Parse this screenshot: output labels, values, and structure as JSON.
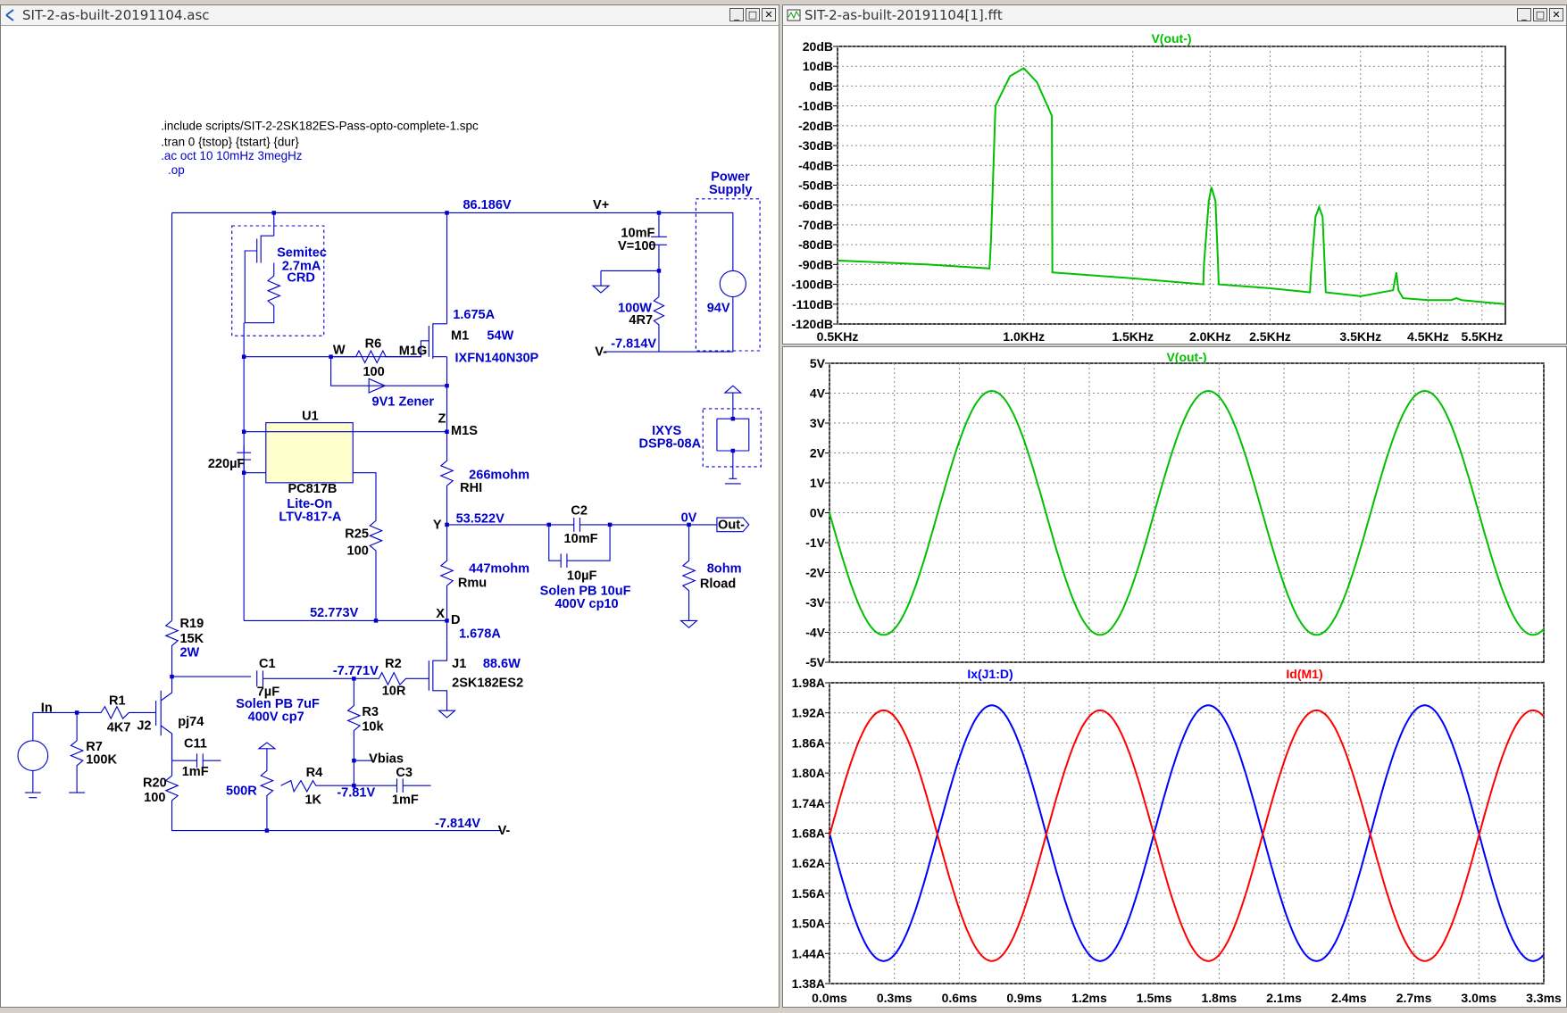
{
  "colors": {
    "wire": "#0000cc",
    "net": "#0000cc",
    "green_trace": "#00c000",
    "blue_trace": "#0000ff",
    "red_trace": "#ff0000",
    "grid": "#777777"
  },
  "schematic": {
    "title": "SIT-2-as-built-20191104.asc",
    "directives": [
      ".include scripts/SIT-2-2SK182ES-Pass-opto-complete-1.spc",
      ".tran 0 {tstop} {tstart} {dur}",
      ".ac oct 10 10mHz 3megHz",
      ".op"
    ],
    "labels": {
      "v_top": "86.186V",
      "vplus": "V+",
      "power_supply_1": "Power",
      "power_supply_2": "Supply",
      "c_ps_1": "10mF",
      "c_ps_2": "V=100",
      "r_ps_1": "100W",
      "r_ps_2": "4R7",
      "v_ps": "94V",
      "vminus_ps": "-7.814V",
      "vminus": "V-",
      "crd_1": "Semitec",
      "crd_2": "2.7mA",
      "crd_3": "CRD",
      "m1_i": "1.675A",
      "m1": "M1",
      "m1_p": "54W",
      "m1_part": "IXFN140N30P",
      "r6": "R6",
      "r6_v": "100",
      "w": "W",
      "m1g": "M1G",
      "zener": "9V1 Zener",
      "u1": "U1",
      "z": "Z",
      "m1s": "M1S",
      "c220": "220µF",
      "opto_1": "PC817B",
      "opto_2": "Lite-On",
      "opto_3": "LTV-817-A",
      "rhi_v": "266mohm",
      "rhi": "RHI",
      "y": "Y",
      "v_y": "53.522V",
      "c2": "C2",
      "c2_v": "10mF",
      "c10u": "10µF",
      "solen1": "Solen PB 10uF",
      "solen1b": "400V cp10",
      "v0": "0V",
      "out": "Out-",
      "rload_v": "8ohm",
      "rload": "Rload",
      "r25": "R25",
      "r25_v": "100",
      "rmu_v": "447mohm",
      "rmu": "Rmu",
      "v_x": "52.773V",
      "x": "X",
      "d": "D",
      "j1_i": "1.678A",
      "j1": "J1",
      "j1_p": "88.6W",
      "j1_part": "2SK182ES2",
      "ixys_1": "IXYS",
      "ixys_2": "DSP8-08A",
      "r19": "R19",
      "r19_v": "15K",
      "r19_p": "2W",
      "c1": "C1",
      "c1_v": "7µF",
      "solen2": "Solen PB 7uF",
      "solen2b": "400V cp7",
      "v_c1": "-7.771V",
      "r2": "R2",
      "r2_v": "10R",
      "in": "In",
      "r1": "R1",
      "r1_v": "4K7",
      "j2": "J2",
      "pj74": "pj74",
      "c11": "C11",
      "c11_v": "1mF",
      "r7": "R7",
      "r7_v": "100K",
      "r3": "R3",
      "r3_v": "10k",
      "vbias": "Vbias",
      "r20": "R20",
      "r20_v": "100",
      "pot": "500R",
      "r4": "R4",
      "r4_v": "1K",
      "v_r4": "-7.81V",
      "c3": "C3",
      "c3_v": "1mF",
      "v_bot": "-7.814V",
      "vminus_bot": "V-"
    }
  },
  "fft_window": {
    "title": "SIT-2-as-built-20191104[1].fft"
  },
  "chart_data": [
    {
      "type": "line",
      "title": "V(out-)",
      "xlabel": "",
      "ylabel": "",
      "x_scale": "log",
      "xlim": [
        500,
        6000
      ],
      "ylim": [
        -120,
        20
      ],
      "y_ticks": [
        "20dB",
        "10dB",
        "0dB",
        "-10dB",
        "-20dB",
        "-30dB",
        "-40dB",
        "-50dB",
        "-60dB",
        "-70dB",
        "-80dB",
        "-90dB",
        "-100dB",
        "-110dB",
        "-120dB"
      ],
      "x_ticks": [
        {
          "label": "0.5KHz",
          "value": 500
        },
        {
          "label": "1.0KHz",
          "value": 1000
        },
        {
          "label": "1.5KHz",
          "value": 1500
        },
        {
          "label": "2.0KHz",
          "value": 2000
        },
        {
          "label": "2.5KHz",
          "value": 2500
        },
        {
          "label": "3.5KHz",
          "value": 3500
        },
        {
          "label": "4.5KHz",
          "value": 4500
        },
        {
          "label": "5.5KHz",
          "value": 5500
        }
      ],
      "grid": true,
      "series": [
        {
          "name": "V(out-)",
          "color": "#00c000",
          "x": [
            500,
            700,
            880,
            885,
            900,
            950,
            1000,
            1050,
            1110,
            1112,
            1500,
            1950,
            1955,
            1990,
            2010,
            2040,
            2060,
            2065,
            2500,
            2900,
            2910,
            2960,
            3000,
            3040,
            3070,
            3075,
            3500,
            3950,
            4000,
            4030,
            4100,
            4500,
            4900,
            5000,
            5100,
            6000
          ],
          "y": [
            -88,
            -90,
            -92,
            -78,
            -10,
            5,
            9,
            2,
            -15,
            -94,
            -97,
            -100,
            -90,
            -58,
            -51,
            -58,
            -90,
            -100,
            -102,
            -104,
            -95,
            -66,
            -61,
            -66,
            -98,
            -104,
            -106,
            -103,
            -94,
            -103,
            -107,
            -108,
            -108,
            -107,
            -108,
            -110
          ]
        }
      ]
    },
    {
      "type": "line",
      "title": "V(out-)",
      "xlabel": "",
      "ylabel": "",
      "xlim": [
        0,
        3.3
      ],
      "ylim": [
        -5,
        5
      ],
      "y_ticks": [
        "5V",
        "4V",
        "3V",
        "2V",
        "1V",
        "0V",
        "-1V",
        "-2V",
        "-3V",
        "-4V",
        "-5V"
      ],
      "grid": true,
      "series": [
        {
          "name": "V(out-)",
          "color": "#00c000",
          "amplitude": 4.08,
          "offset": -0.005,
          "frequency_khz": 1,
          "phase": "negative-sine"
        }
      ]
    },
    {
      "type": "line",
      "title": "",
      "xlabel": "",
      "ylabel": "",
      "xlim": [
        0,
        3.3
      ],
      "ylim": [
        1.38,
        1.98
      ],
      "y_ticks": [
        "1.98A",
        "1.92A",
        "1.86A",
        "1.80A",
        "1.74A",
        "1.68A",
        "1.62A",
        "1.56A",
        "1.50A",
        "1.44A",
        "1.38A"
      ],
      "x_ticks": [
        "0.0ms",
        "0.3ms",
        "0.6ms",
        "0.9ms",
        "1.2ms",
        "1.5ms",
        "1.8ms",
        "2.1ms",
        "2.4ms",
        "2.7ms",
        "3.0ms",
        "3.3ms"
      ],
      "grid": true,
      "series": [
        {
          "name": "Ix(J1:D)",
          "color": "#0000ff",
          "center": 1.68,
          "amplitude": 0.255,
          "frequency_khz": 1,
          "phase": "negative-sine"
        },
        {
          "name": "Id(M1)",
          "color": "#ff0000",
          "center": 1.675,
          "amplitude": 0.25,
          "frequency_khz": 1,
          "phase": "positive-sine"
        }
      ]
    }
  ]
}
